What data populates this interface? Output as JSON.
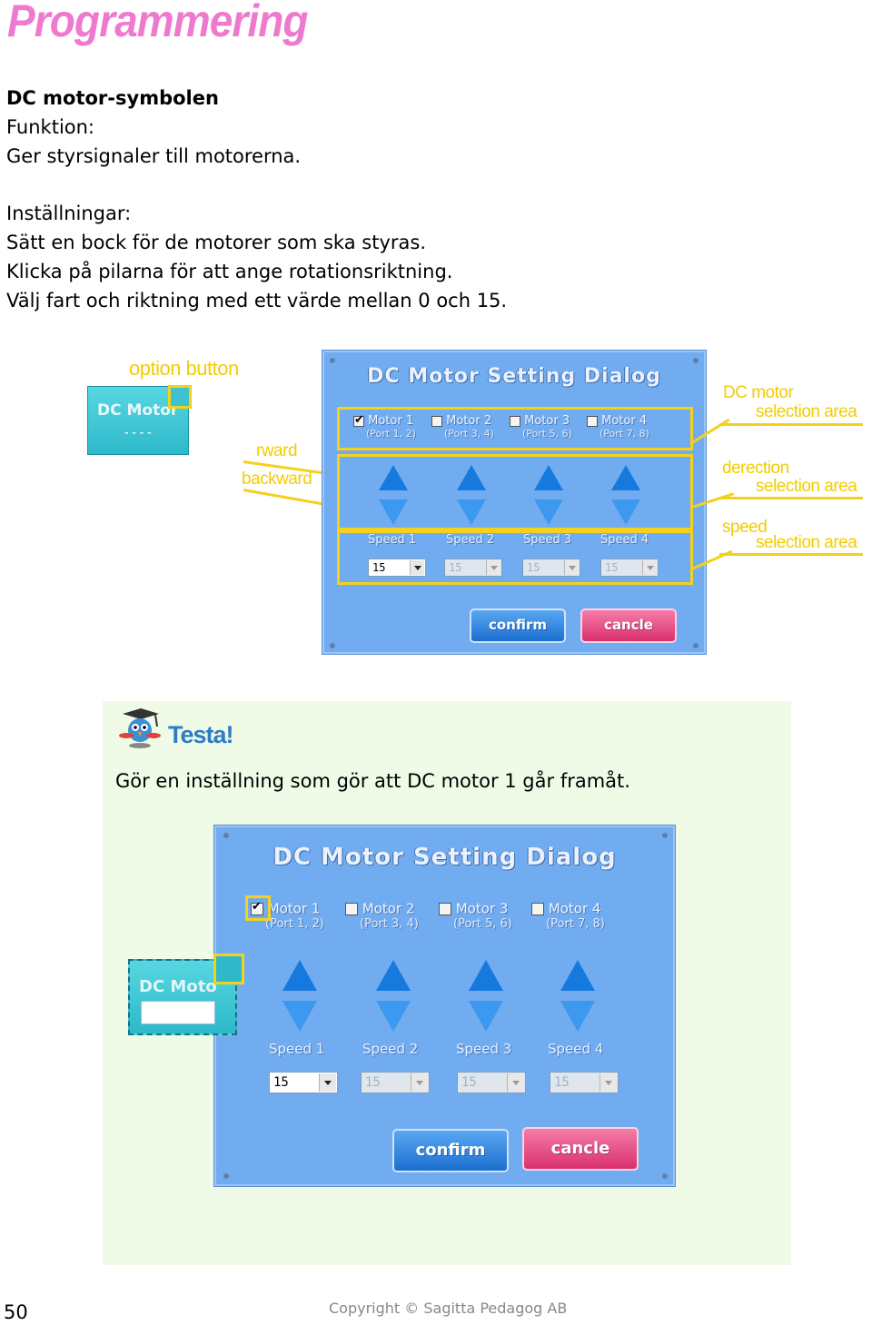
{
  "page_title": "Programmering",
  "intro": {
    "heading": "DC motor-symbolen",
    "funktion_label": "Funktion:",
    "funktion_text": "Ger styrsignaler till motorerna.",
    "settings_label": "Inställningar:",
    "settings_lines": [
      "Sätt en bock för de motorer som ska styras.",
      "Klicka på pilarna för att ange rotationsriktning.",
      "Välj fart och riktning med ett värde mellan 0 och 15."
    ]
  },
  "dialog": {
    "title": "DC Motor Setting Dialog",
    "motors": [
      {
        "label": "Motor 1",
        "port": "(Port 1, 2)"
      },
      {
        "label": "Motor 2",
        "port": "(Port 3, 4)"
      },
      {
        "label": "Motor 3",
        "port": "(Port 5, 6)"
      },
      {
        "label": "Motor 4",
        "port": "(Port 7, 8)"
      }
    ],
    "speeds": [
      {
        "label": "Speed 1",
        "value": "15"
      },
      {
        "label": "Speed 2",
        "value": "15"
      },
      {
        "label": "Speed 3",
        "value": "15"
      },
      {
        "label": "Speed 4",
        "value": "15"
      }
    ],
    "confirm_label": "confirm",
    "cancel_label": "cancle"
  },
  "icon": {
    "label": "DC Motor",
    "sub": "- - - -"
  },
  "annotations": {
    "option_button": "option button",
    "forward": "rward",
    "backward": "backward",
    "dc_motor_selection_1": "DC motor",
    "dc_motor_selection_2": "selection area",
    "direction_selection_1": "derection",
    "direction_selection_2": "selection area",
    "speed_selection_1": "speed",
    "speed_selection_2": "selection area"
  },
  "testa": {
    "heading": "Testa!",
    "text": "Gör en inställning som gör att DC motor 1 går framåt."
  },
  "footer": {
    "page_number": "50",
    "copyright": "Copyright © Sagitta Pedagog AB"
  },
  "colors": {
    "title_pink": "#ee7ad0",
    "dialog_blue": "#71acf1",
    "arrow_blue": "#1679de",
    "annotation_yellow": "#f3d11d",
    "test_background": "#effbe7",
    "testa_blue": "#2d7dc6"
  }
}
